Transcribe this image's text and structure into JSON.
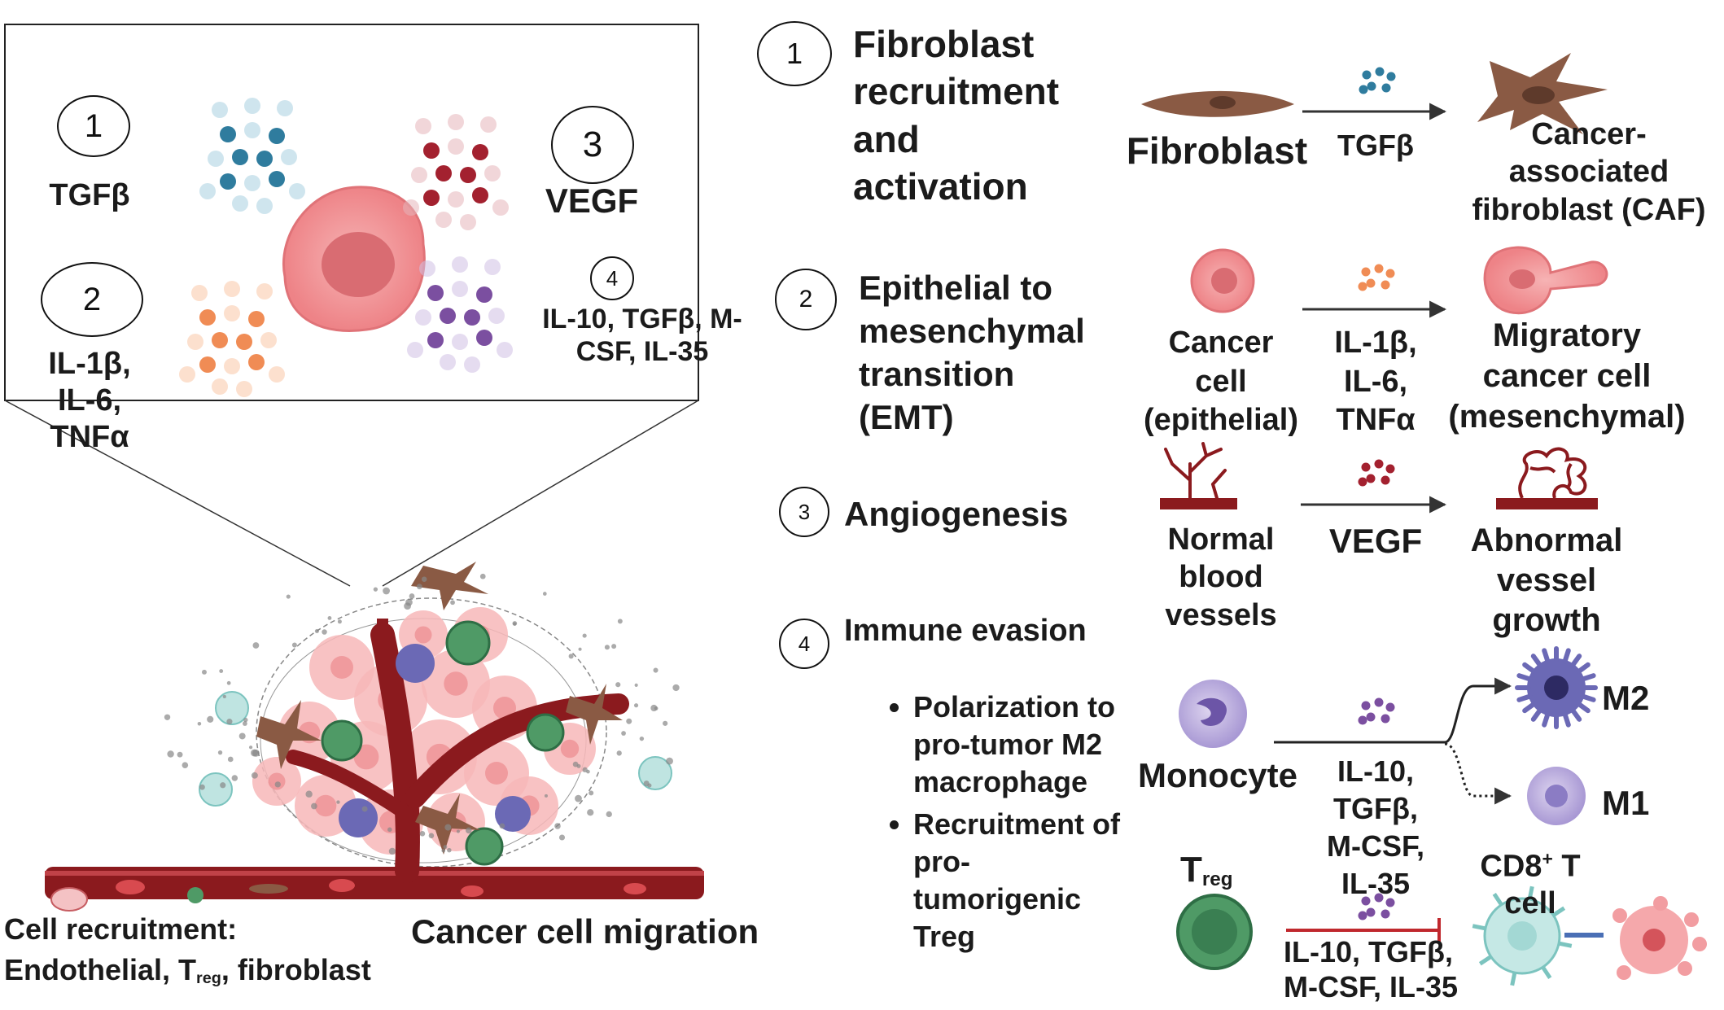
{
  "inset": {
    "step1_number": "1",
    "step1_label": "TGFβ",
    "step2_number": "2",
    "step2_label": "IL-1β,\nIL-6,\nTNFα",
    "step3_number": "3",
    "step3_label": "VEGF",
    "step4_number": "4",
    "step4_label": "IL-10, TGFβ, M-\nCSF, IL-35"
  },
  "bottom_left": {
    "recruitment_line1": "Cell recruitment:",
    "recruitment_prefix": "Endothelial, T",
    "recruitment_sub": "reg",
    "recruitment_suffix": ", fibroblast",
    "migration": "Cancer cell migration"
  },
  "step1": {
    "number": "1",
    "title": "Fibroblast\nrecruitment\nand\nactivation",
    "source": "Fibroblast",
    "signal": "TGFβ",
    "target": "Cancer-\nassociated\nfibroblast (CAF)"
  },
  "step2": {
    "number": "2",
    "title": "Epithelial to\nmesenchymal\ntransition\n(EMT)",
    "source": "Cancer\ncell\n(epithelial)",
    "signal": "IL-1β,\nIL-6,\nTNFα",
    "target": "Migratory\ncancer cell\n(mesenchymal)"
  },
  "step3": {
    "number": "3",
    "title": "Angiogenesis",
    "source": "Normal\nblood\nvessels",
    "signal": "VEGF",
    "target": "Abnormal\nvessel\ngrowth"
  },
  "step4": {
    "number": "4",
    "title": "Immune evasion",
    "bullets": [
      "Polarization to pro-tumor M2 macrophage",
      "Recruitment of pro-tumorigenic Treg"
    ],
    "monocyte": "Monocyte",
    "signal": "IL-10,\nTGFβ,\nM-CSF,\nIL-35",
    "m2": "M2",
    "m1": "M1",
    "treg_main": "T",
    "treg_sub": "reg",
    "cd8_main": "CD8",
    "cd8_sup": "+",
    "cd8_rest": " T\ncell",
    "inhibit_signal": "IL-10, TGFβ,\nM-CSF, IL-35"
  },
  "colors": {
    "tgfb_dots": "#2f7c9e",
    "il_dots": "#f08c55",
    "vegf_dots": "#a3212f",
    "il10_dots": "#7b4fa0",
    "cancer_cell": "#f08a8e",
    "fibroblast": "#8a5a44",
    "vessel": "#8b1a1e",
    "treg": "#4f9a66",
    "cd8": "#a9dcd8",
    "m2": "#6b69b5",
    "inhibit_line": "#c0282d"
  }
}
